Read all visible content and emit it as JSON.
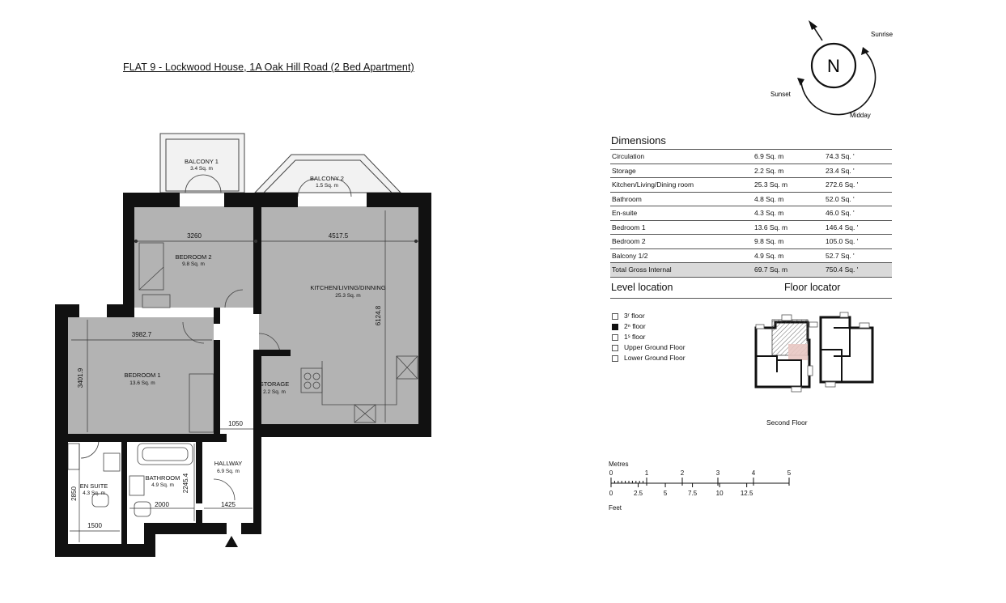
{
  "title": "FLAT 9 - Lockwood House, 1A Oak Hill Road (2 Bed Apartment)",
  "plan": {
    "rooms": [
      {
        "name": "BALCONY 1",
        "area": "3.4 Sq. m"
      },
      {
        "name": "BALCONY 2",
        "area": "1.5 Sq. m"
      },
      {
        "name": "BEDROOM 2",
        "area": "9.8 Sq. m"
      },
      {
        "name": "KITCHEN/LIVING/DINNING",
        "area": "25.3 Sq. m"
      },
      {
        "name": "BEDROOM 1",
        "area": "13.6 Sq. m"
      },
      {
        "name": "STORAGE",
        "area": "2.2 Sq. m"
      },
      {
        "name": "HALLWAY",
        "area": "6.9 Sq. m"
      },
      {
        "name": "BATHROOM",
        "area": "4.9 Sq. m"
      },
      {
        "name": "EN SUITE",
        "area": "4.3 Sq. m"
      }
    ],
    "measurements": [
      "3260",
      "4517.5",
      "6124.8",
      "3982.7",
      "3401.9",
      "1050",
      "2245.4",
      "2000",
      "1425",
      "2850",
      "1500"
    ]
  },
  "compass": {
    "north": "N",
    "sunrise": "Sunrise",
    "sunset": "Sunset",
    "midday": "Midday"
  },
  "dimensions": {
    "heading": "Dimensions",
    "rows": [
      {
        "name": "Circulation",
        "metric": "6.9 Sq. m",
        "imperial": "74.3 Sq. '"
      },
      {
        "name": "Storage",
        "metric": "2.2 Sq. m",
        "imperial": "23.4 Sq. '"
      },
      {
        "name": "Kitchen/Living/Dining room",
        "metric": "25.3 Sq. m",
        "imperial": "272.6 Sq. '"
      },
      {
        "name": "Bathroom",
        "metric": "4.8 Sq. m",
        "imperial": "52.0 Sq. '"
      },
      {
        "name": "En-suite",
        "metric": "4.3 Sq. m",
        "imperial": "46.0 Sq. '"
      },
      {
        "name": "Bedroom 1",
        "metric": "13.6 Sq. m",
        "imperial": "146.4 Sq. '"
      },
      {
        "name": "Bedroom 2",
        "metric": "9.8 Sq. m",
        "imperial": "105.0 Sq. '"
      },
      {
        "name": "Balcony 1/2",
        "metric": "4.9 Sq. m",
        "imperial": "52.7 Sq. '"
      },
      {
        "name": "Total Gross Internal",
        "metric": "69.7 Sq. m",
        "imperial": "750.4 Sq. '"
      }
    ]
  },
  "level_location": {
    "heading": "Level location",
    "items": [
      {
        "label": "3ʳ floor",
        "selected": false
      },
      {
        "label": "2ⁿ floor",
        "selected": true
      },
      {
        "label": "1ˢ floor",
        "selected": false
      },
      {
        "label": "Upper Ground Floor",
        "selected": false
      },
      {
        "label": "Lower Ground Floor",
        "selected": false
      }
    ]
  },
  "floor_locator": {
    "heading": "Floor locator",
    "caption": "Second Floor"
  },
  "scale": {
    "metres_label": "Metres",
    "metres_ticks": [
      "0",
      "1",
      "2",
      "3",
      "4",
      "5"
    ],
    "feet_label": "Feet",
    "feet_ticks": [
      "0",
      "2.5",
      "5",
      "7.5",
      "10",
      "12.5"
    ]
  },
  "colors": {
    "wall": "#111111",
    "room_fill": "#b3b3b3",
    "balcony_fill": "#f2f2f2",
    "table_total": "#d9d9d9"
  }
}
